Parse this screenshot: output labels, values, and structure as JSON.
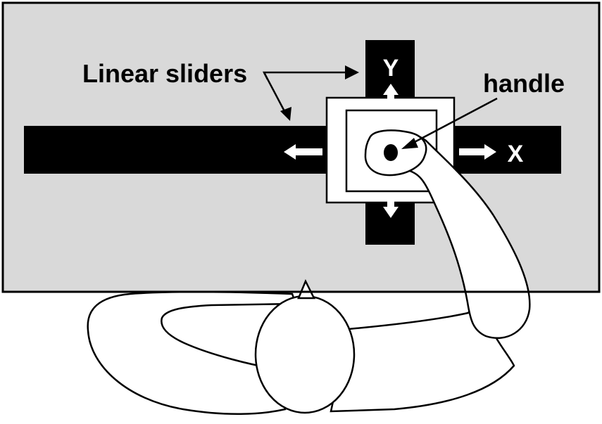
{
  "labels": {
    "sliders": "Linear sliders",
    "handle": "handle",
    "axis_x": "X",
    "axis_y": "Y"
  },
  "colors": {
    "table": "#d9d9d9",
    "slider": "#000000",
    "outline": "#000000",
    "body": "#ffffff",
    "arrow_on_slider": "#ffffff"
  }
}
